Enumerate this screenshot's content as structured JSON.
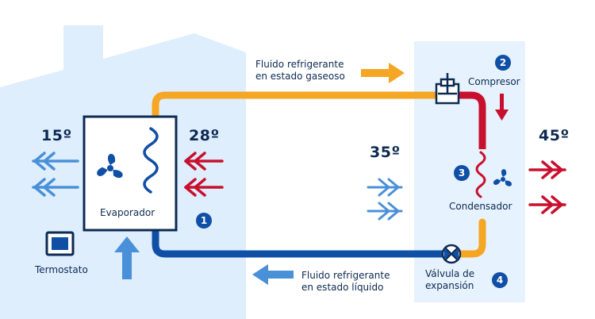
{
  "colors": {
    "house": "#deeefd",
    "outdoor_panel": "#e6f2fd",
    "hot_pipe": "#c8102e",
    "warm_pipe": "#f5a623",
    "cold_pipe": "#0f4fa6",
    "cool_air": "#4a90d9",
    "badge": "#0f4fa6",
    "text": "#0d2a52"
  },
  "temperatures": {
    "indoor_out": "15º",
    "indoor_in": "28º",
    "outdoor_in": "35º",
    "outdoor_out": "45º"
  },
  "labels": {
    "gas_line1": "Fluido refrigerante",
    "gas_line2": "en estado gaseoso",
    "liquid_line1": "Fluido refrigerante",
    "liquid_line2": "en estado líquido",
    "compressor": "Compresor",
    "condenser": "Condensador",
    "evaporator": "Evaporador",
    "valve_line1": "Válvula de",
    "valve_line2": "expansión",
    "thermostat": "Termostato"
  },
  "badges": {
    "evaporator": "1",
    "compressor": "2",
    "condenser": "3",
    "valve": "4"
  },
  "icons": {
    "fan": "fan-icon",
    "coil": "coil-icon",
    "compressor": "compressor-icon",
    "valve": "valve-icon",
    "thermostat": "thermostat-icon"
  }
}
